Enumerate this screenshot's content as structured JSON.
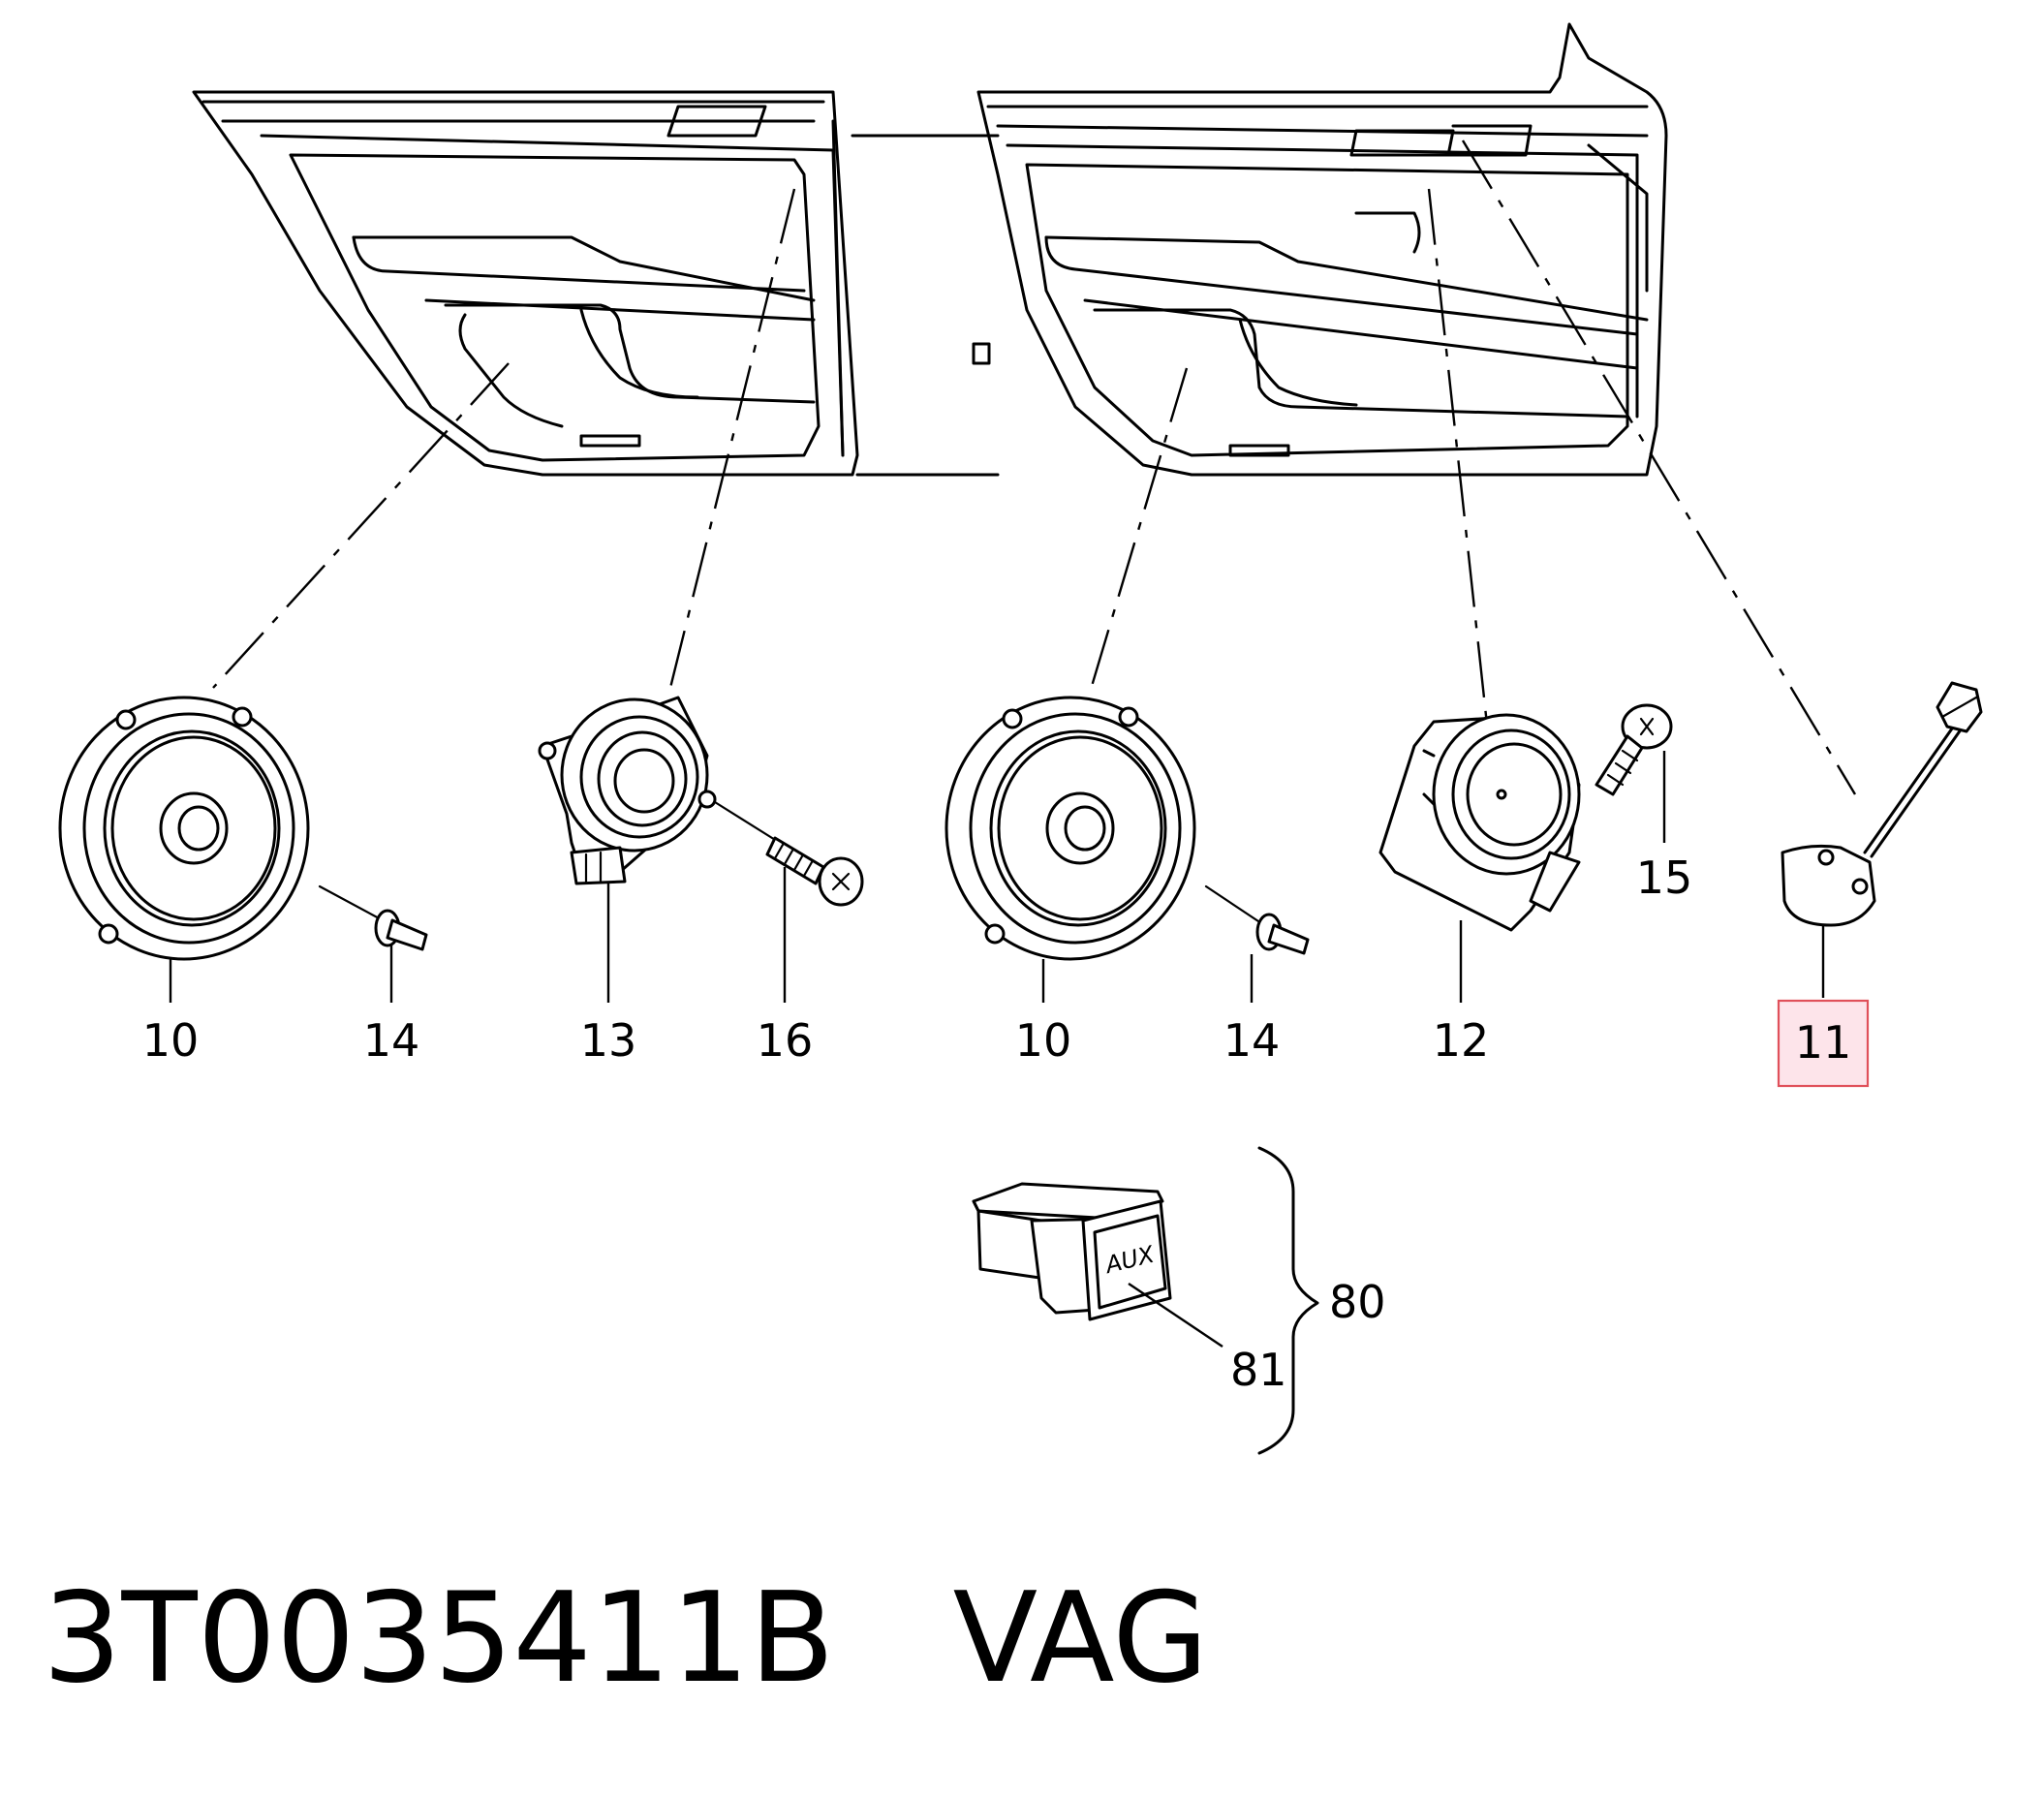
{
  "diagram": {
    "callouts": [
      {
        "id": "c10a",
        "label": "10"
      },
      {
        "id": "c14a",
        "label": "14"
      },
      {
        "id": "c13",
        "label": "13"
      },
      {
        "id": "c16",
        "label": "16"
      },
      {
        "id": "c10b",
        "label": "10"
      },
      {
        "id": "c14b",
        "label": "14"
      },
      {
        "id": "c12",
        "label": "12"
      },
      {
        "id": "c15",
        "label": "15"
      },
      {
        "id": "c11",
        "label": "11",
        "highlighted": true
      },
      {
        "id": "c80",
        "label": "80"
      },
      {
        "id": "c81",
        "label": "81"
      }
    ],
    "aux_label": "AUX",
    "highlight_color": "#e0505a"
  },
  "caption": {
    "part_number": "3T0035411B",
    "brand": "VAG",
    "text": "3T0035411B   VAG"
  }
}
